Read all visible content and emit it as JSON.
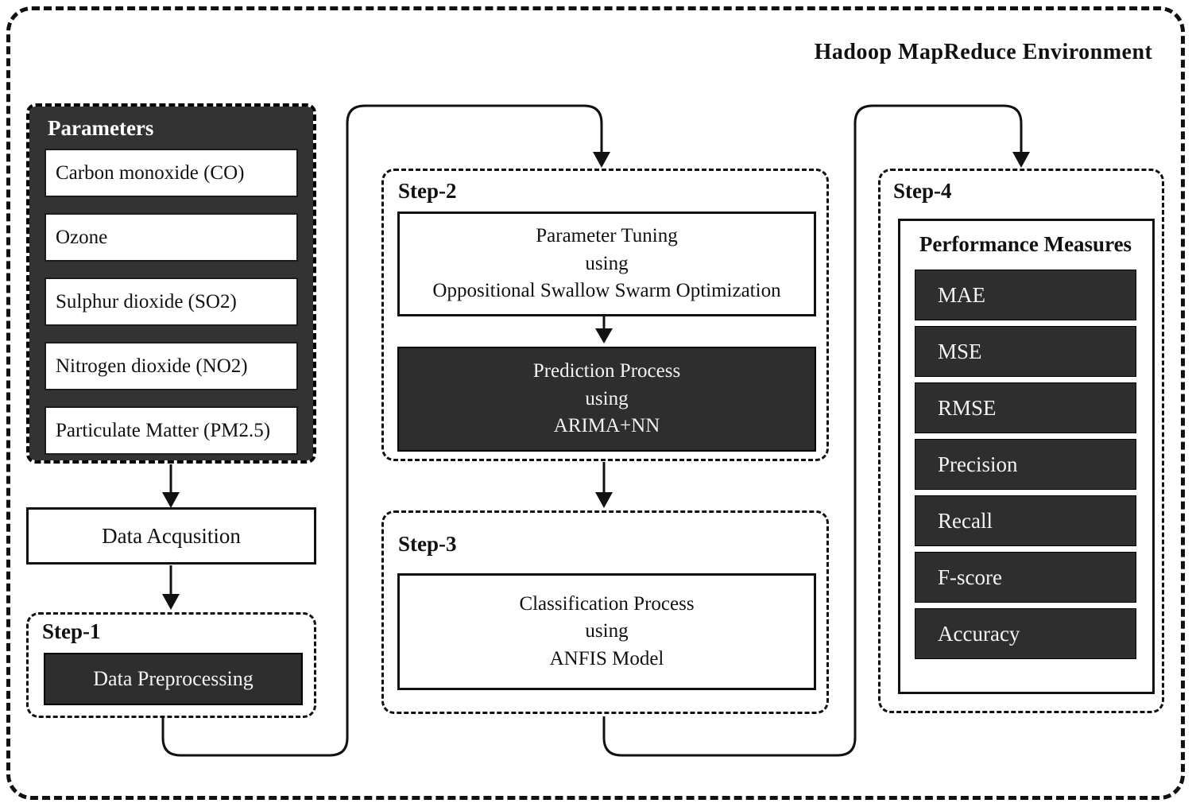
{
  "title": "Hadoop MapReduce Environment",
  "parameters": {
    "heading": "Parameters",
    "items": [
      "Carbon monoxide (CO)",
      "Ozone",
      "Sulphur dioxide (SO2)",
      "Nitrogen dioxide (NO2)",
      "Particulate Matter (PM2.5)"
    ]
  },
  "data_acquisition": {
    "label": "Data Acqusition"
  },
  "step1": {
    "heading": "Step-1",
    "box_label": "Data Preprocessing"
  },
  "step2": {
    "heading": "Step-2",
    "tuning_box": {
      "lines": [
        "Parameter Tuning",
        "using",
        "Oppositional Swallow Swarm Optimization"
      ]
    },
    "prediction_box": {
      "lines": [
        "Prediction Process",
        "using",
        "ARIMA+NN"
      ]
    }
  },
  "step3": {
    "heading": "Step-3",
    "classification_box": {
      "lines": [
        "Classification  Process",
        "using",
        "ANFIS Model"
      ]
    }
  },
  "step4": {
    "heading": "Step-4",
    "measures_heading": "Performance Measures",
    "measures": [
      "MAE",
      "MSE",
      "RMSE",
      "Precision",
      "Recall",
      "F-score",
      "Accuracy"
    ]
  },
  "colors": {
    "background": "#ffffff",
    "line": "#111111",
    "dark_fill": "#2e2e2e",
    "parameters_fill": "#333333",
    "light_text": "#f4f4f4",
    "dark_text": "#111111"
  }
}
